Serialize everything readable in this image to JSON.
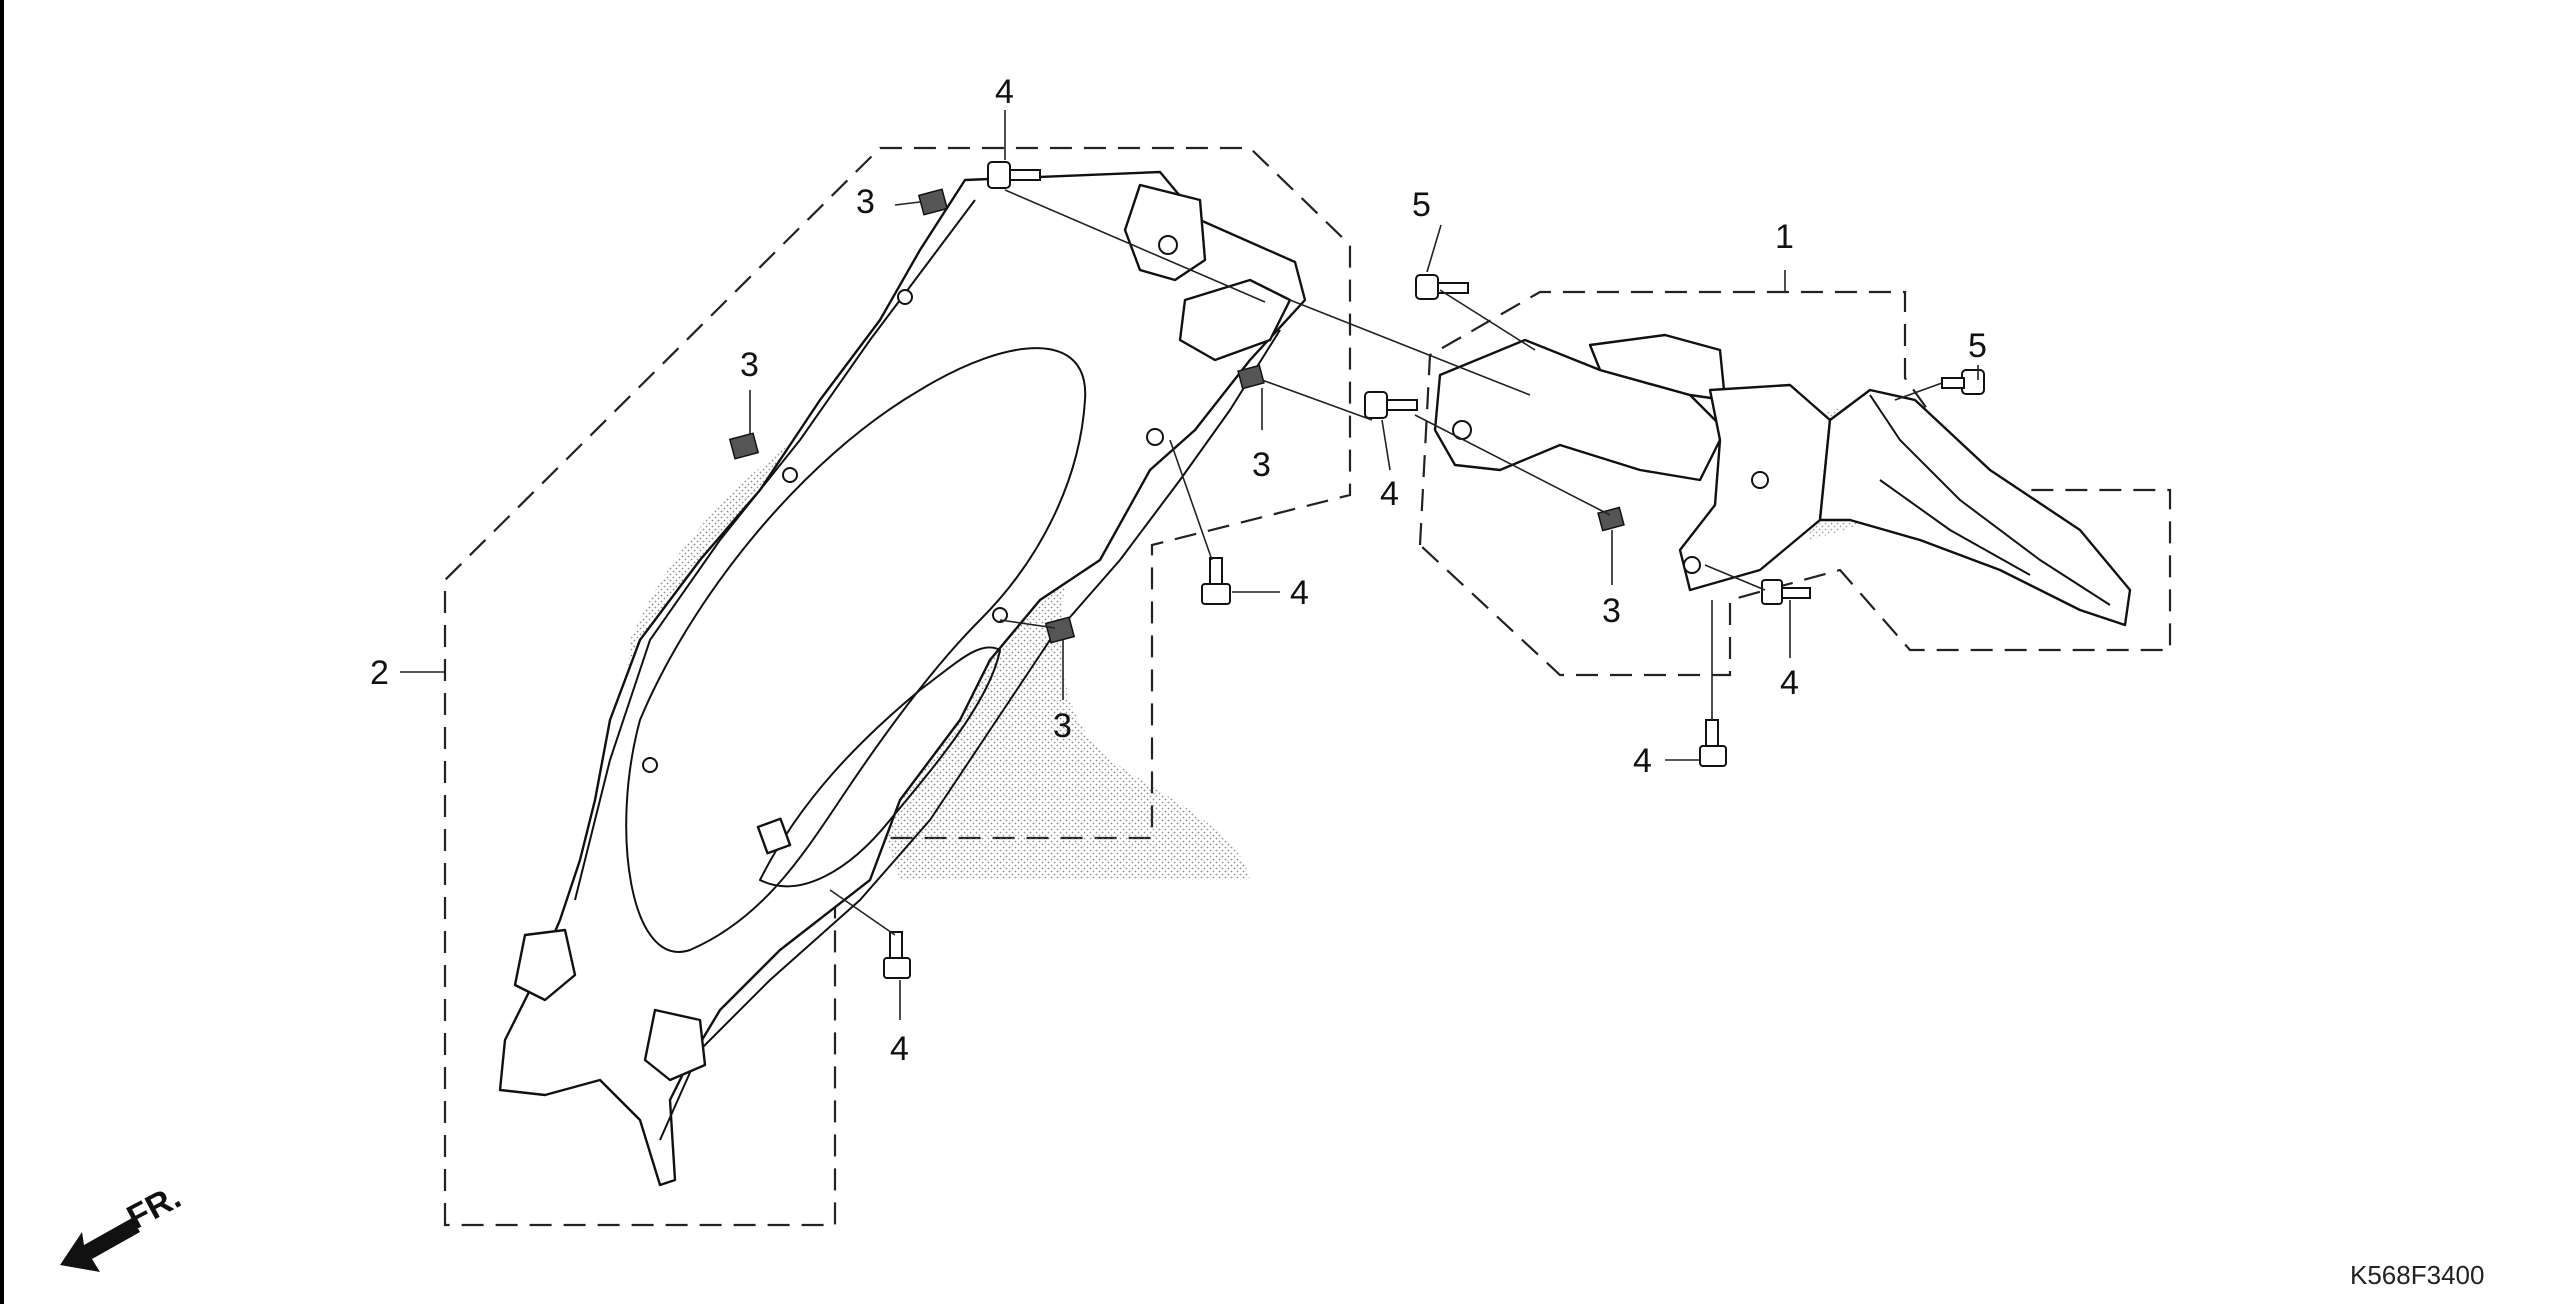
{
  "diagram": {
    "callouts": {
      "part_1": "1",
      "part_2": "2",
      "part_3": "3",
      "part_4": "4",
      "part_5": "5"
    },
    "front_indicator": "FR.",
    "reference_code": "K568F3400"
  }
}
